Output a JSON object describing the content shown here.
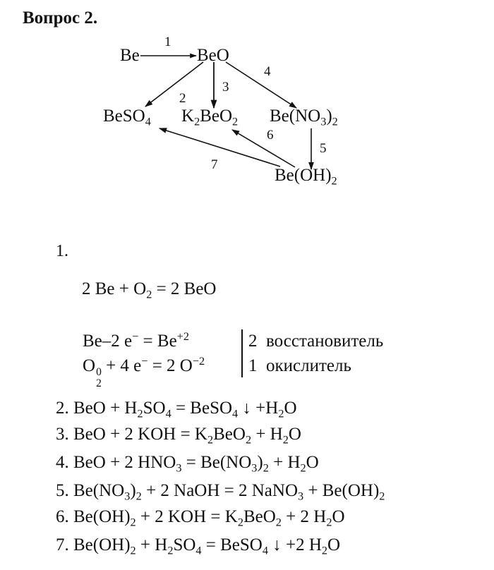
{
  "header": {
    "title": "Вопрос 2."
  },
  "diagram": {
    "nodes": {
      "be": "Be",
      "beo": "BeO",
      "beso4": {
        "base": "BeSO",
        "sub": "4"
      },
      "k2beo2": {
        "a": "K",
        "sub1": "2",
        "b": "BeO",
        "sub2": "2"
      },
      "beno32": {
        "a": "Be(NO",
        "sub1": "3",
        "b": ")",
        "sub2": "2"
      },
      "beoh2": {
        "a": "Be(OH)",
        "sub": "2"
      }
    },
    "arrow_labels": [
      "1",
      "2",
      "3",
      "4",
      "5",
      "6",
      "7"
    ],
    "edges": [
      {
        "label": "1",
        "from": "Be",
        "to": "BeO"
      },
      {
        "label": "2",
        "from": "BeO",
        "to": "BeSO4"
      },
      {
        "label": "3",
        "from": "BeO",
        "to": "K2BeO2"
      },
      {
        "label": "4",
        "from": "BeO",
        "to": "Be(NO3)2"
      },
      {
        "label": "5",
        "from": "Be(NO3)2",
        "to": "Be(OH)2"
      },
      {
        "label": "6",
        "from": "Be(OH)2",
        "to": "K2BeO2"
      },
      {
        "label": "7",
        "from": "Be(OH)2",
        "to": "BeSO4"
      }
    ]
  },
  "solution": {
    "step1": {
      "label": "1.",
      "equation": {
        "p1": "2 Be + O",
        "s1": "2",
        "p2": " = 2 BeO"
      },
      "half_reactions": [
        {
          "p1": "Be–2 e",
          "sup1": "−",
          "p2": " = Be",
          "sup2": "+2",
          "coef": "2",
          "role": "восстановитель"
        },
        {
          "p1": "O",
          "sup1": "0",
          "sub1": "2",
          "p2": " + 4 e",
          "sup2": "−",
          "p3": " = 2 O",
          "sup3": "−2",
          "coef": "1",
          "role": "окислитель"
        }
      ]
    },
    "equations": [
      {
        "num": "2.",
        "html_parts": [
          "BeO + H",
          "2",
          "SO",
          "4",
          " = BeSO",
          "4",
          " ↓ +H",
          "2",
          "O"
        ]
      },
      {
        "num": "3.",
        "html_parts": [
          "BeO + 2 KOH = K",
          "2",
          "BeO",
          "2",
          " + H",
          "2",
          "O"
        ]
      },
      {
        "num": "4.",
        "html_parts": [
          "BeO + 2 HNO",
          "3",
          " = Be(NO",
          "3",
          ")",
          "2",
          " + H",
          "2",
          "O"
        ]
      },
      {
        "num": "5.",
        "html_parts": [
          "Be(NO",
          "3",
          ")",
          "2",
          " + 2 NaOH = 2 NaNO",
          "3",
          " + Be(OH)",
          "2",
          ""
        ]
      },
      {
        "num": "6.",
        "html_parts": [
          "Be(OH)",
          "2",
          " + 2 KOH = K",
          "2",
          "BeO",
          "2",
          " + 2 H",
          "2",
          "O"
        ]
      },
      {
        "num": "7.",
        "html_parts": [
          "Be(OH)",
          "2",
          " + H",
          "2",
          "SO",
          "4",
          " = BeSO",
          "4",
          " ↓ +2 H",
          "2",
          "O"
        ]
      }
    ]
  }
}
